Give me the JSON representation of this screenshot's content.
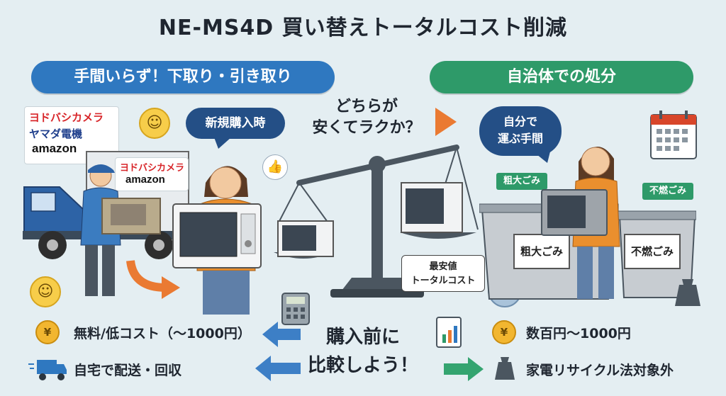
{
  "title": "NE-MS4D 買い替えトータルコスト削減",
  "left_header": "手間いらず！下取り・引き取り",
  "right_header": "自治体での処分",
  "question": [
    "どちらが",
    "安くてラクか？"
  ],
  "left_bubble": "新規購入時",
  "right_bubble": [
    "自分で",
    "運ぶ手間"
  ],
  "brands": {
    "card": [
      "ヨドバシカメラ",
      "ヤマダ電機",
      "amazon"
    ],
    "truck": [
      "ヨドバシカメラ",
      "amazon"
    ]
  },
  "bins": {
    "sign_left": "粗大ごみ",
    "sign_right": "不燃ごみ",
    "label_left": "粗大ごみ",
    "label_right": "不燃ごみ"
  },
  "callout": [
    "最安値",
    "トータルコスト"
  ],
  "cta": [
    "購入前に",
    "比較しよう！"
  ],
  "left_rows": [
    "無料/低コスト（～1000円）",
    "自宅で配送・回収"
  ],
  "right_rows": [
    "数百円～1000円",
    "家電リサイクル法対象外"
  ],
  "icons": {
    "coin_symbol": "¥",
    "smile": "☺",
    "sad": "☹",
    "thumbs_up": "👍",
    "calendar": "calendar-icon",
    "weight": "weight-icon"
  },
  "colors": {
    "blue_header": "#2f78c0",
    "green_header": "#2e9a69",
    "orange_arrow": "#ea7a32",
    "blue_arrow": "#3d7fc6",
    "green_arrow": "#34a470"
  }
}
